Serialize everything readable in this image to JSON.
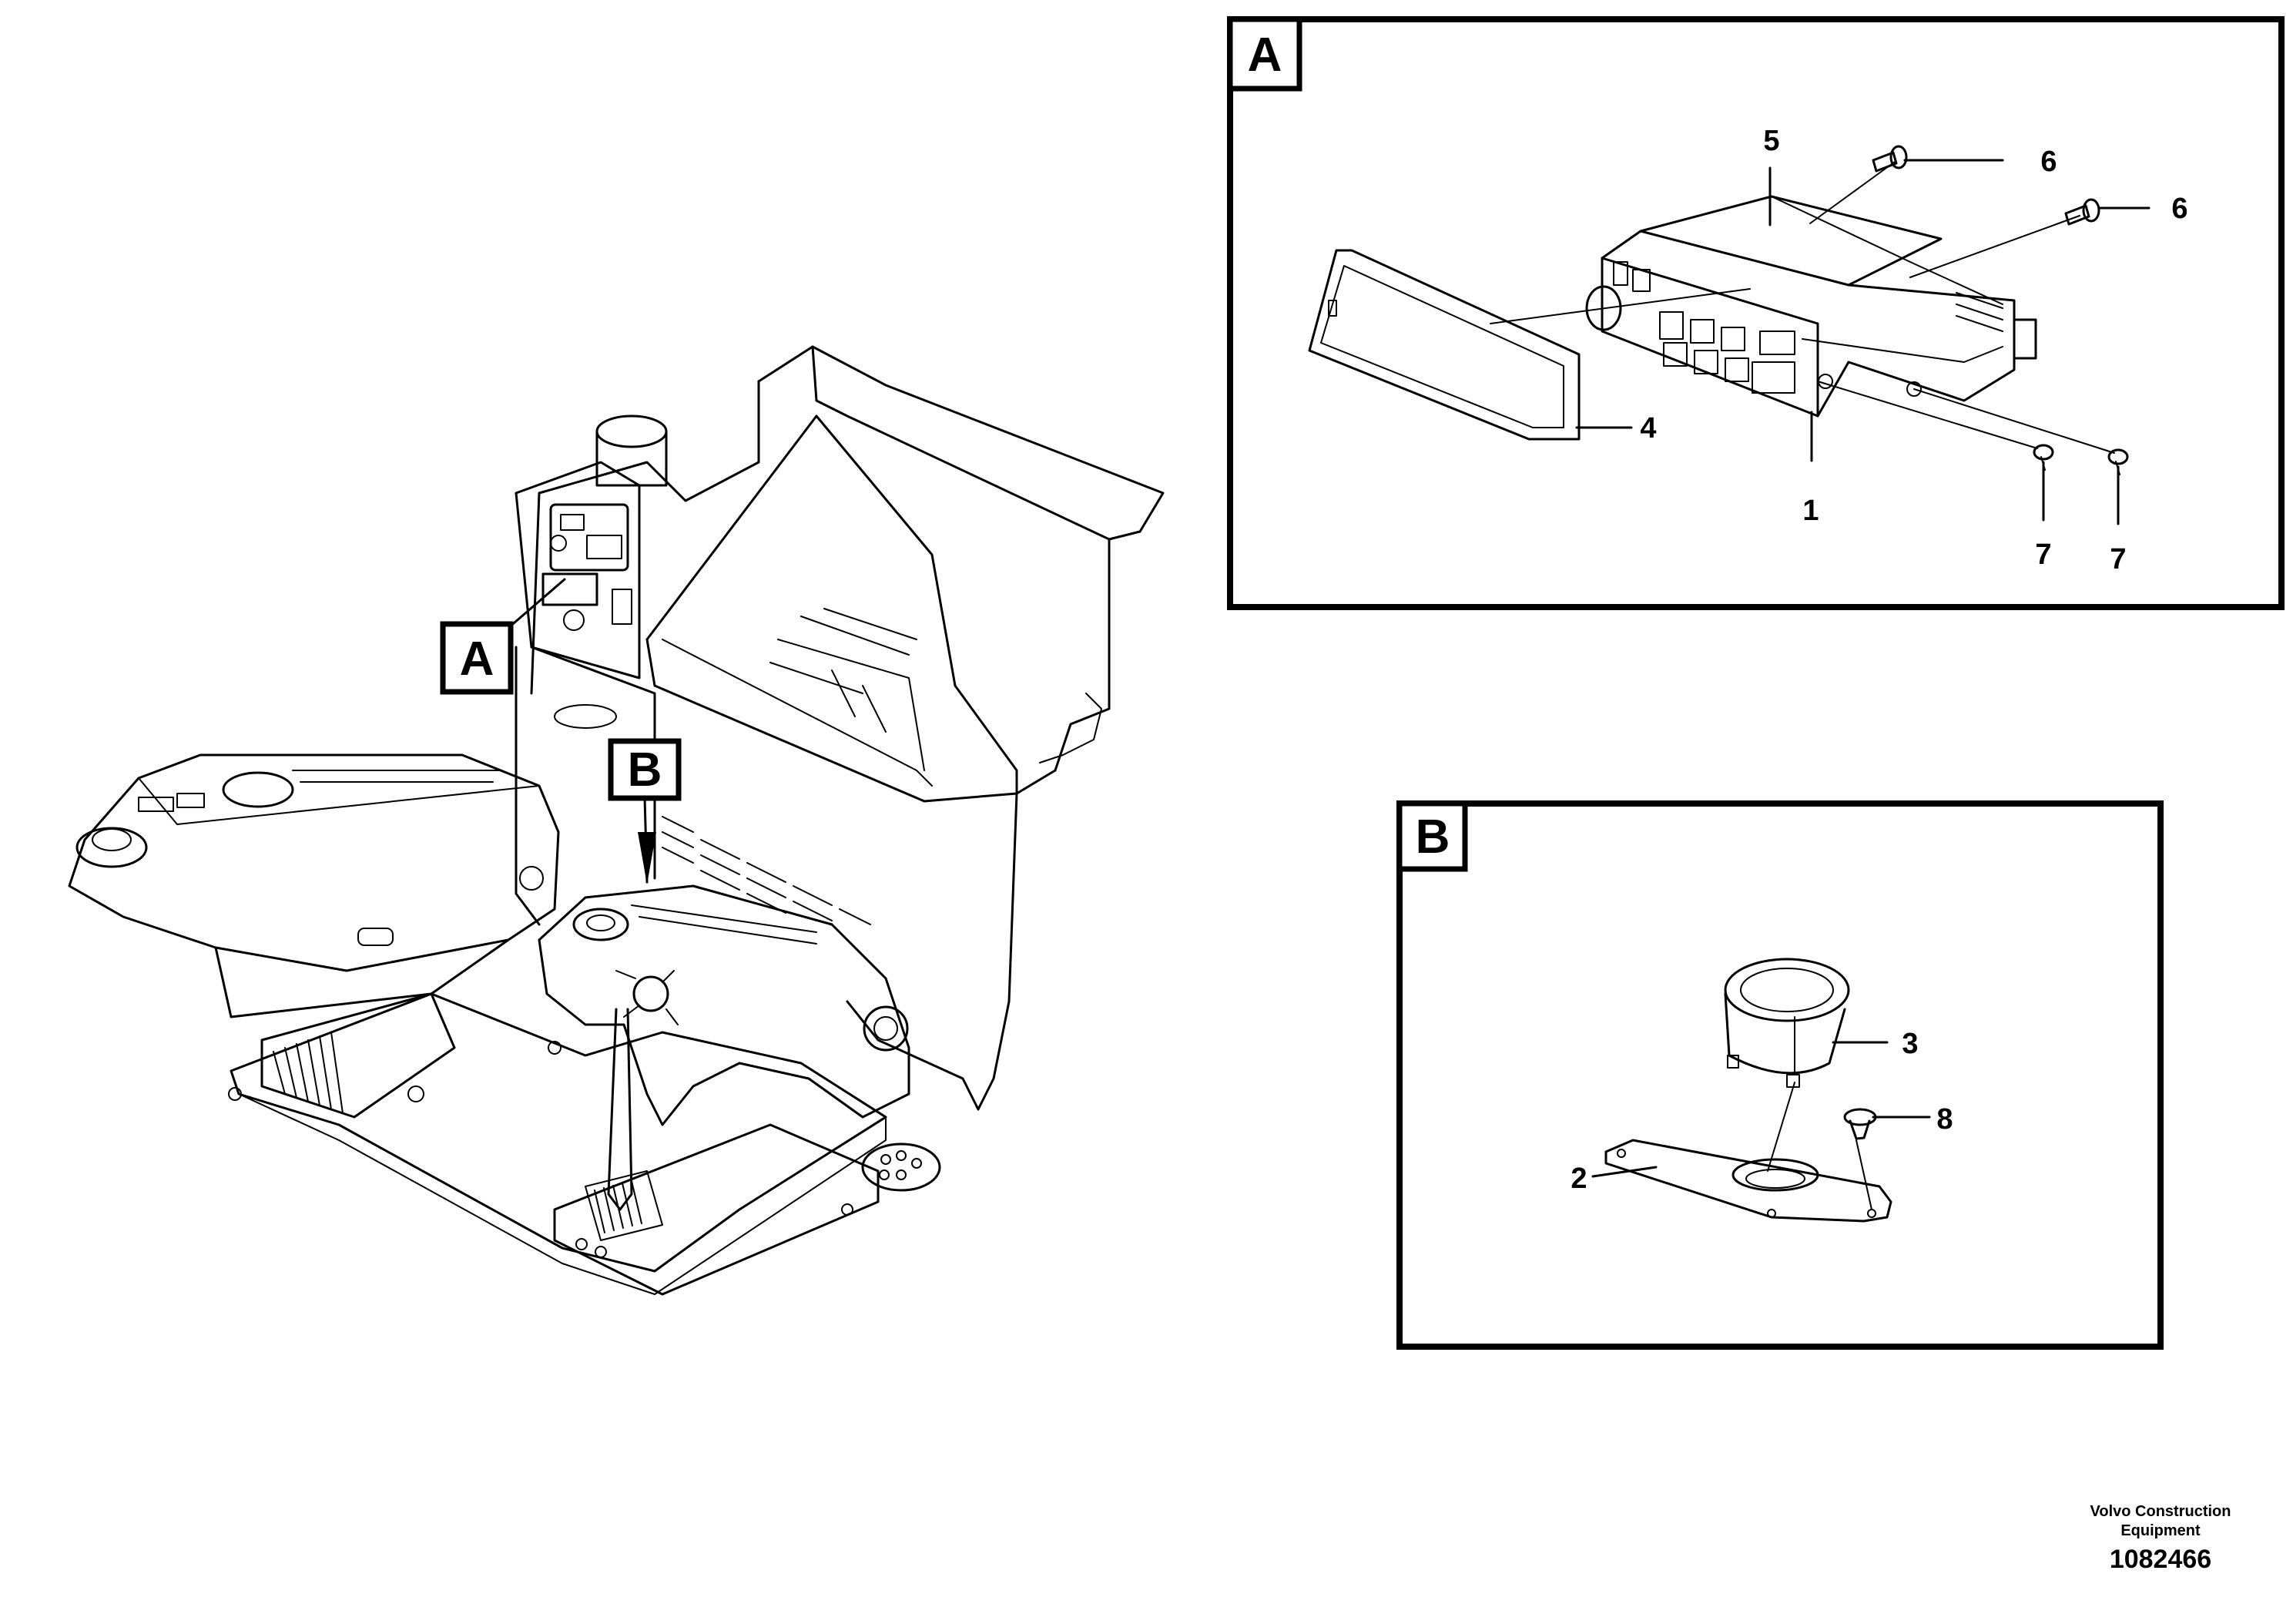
{
  "detail_views": {
    "a": {
      "letter": "A"
    },
    "b": {
      "letter": "B"
    }
  },
  "overview_callouts": {
    "a": "A",
    "b": "B"
  },
  "part_callouts": {
    "p1": "1",
    "p2": "2",
    "p3": "3",
    "p4": "4",
    "p5": "5",
    "p6a": "6",
    "p6b": "6",
    "p7a": "7",
    "p7b": "7",
    "p8": "8"
  },
  "footer": {
    "company": "Volvo Construction Equipment",
    "drawing_number": "1082466"
  }
}
